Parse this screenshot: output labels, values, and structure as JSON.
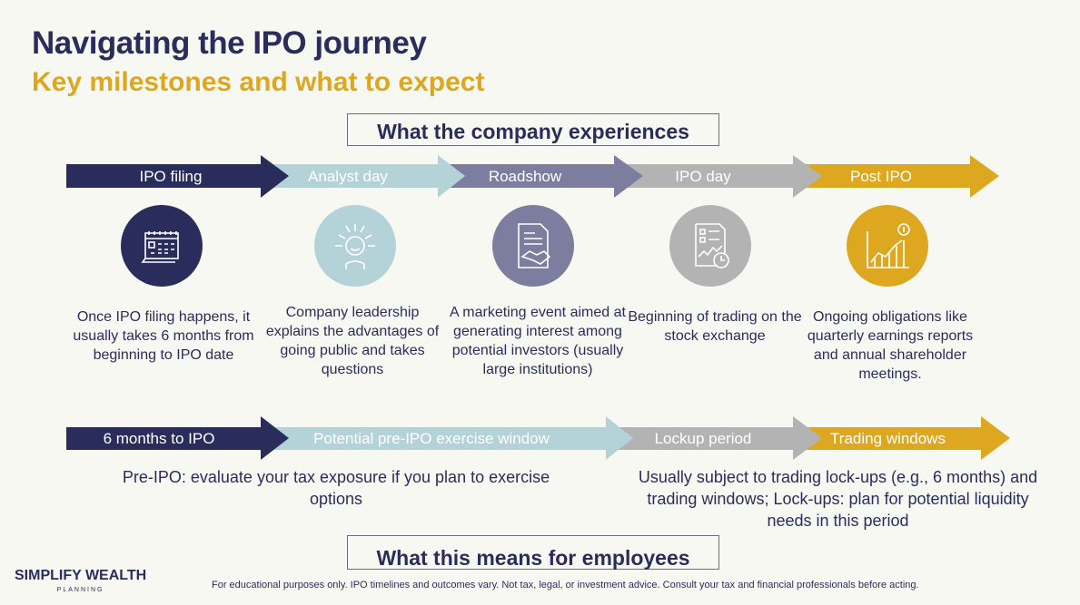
{
  "header": {
    "title": "Navigating the IPO journey",
    "subtitle": "Key milestones and what to expect"
  },
  "company_label": "What the company experiences",
  "employees_label": "What this means for employees",
  "colors": {
    "navy": "#2a2d5c",
    "light_blue": "#b4d3d9",
    "slate": "#7d7d9f",
    "gray": "#b3b3b3",
    "gold": "#dea720"
  },
  "milestones": [
    {
      "label": "IPO filing",
      "icon": "calendar-icon",
      "description": "Once IPO filing happens, it usually takes 6 months from beginning to IPO date"
    },
    {
      "label": "Analyst day",
      "icon": "person-ideas-icon",
      "description": "Company leadership explains the advantages of going public and takes questions"
    },
    {
      "label": "Roadshow",
      "icon": "document-handshake-icon",
      "description": "A marketing event aimed at generating interest among potential investors (usually large institutions)"
    },
    {
      "label": "IPO day",
      "icon": "report-chart-clock-icon",
      "description": "Beginning of trading on the stock exchange"
    },
    {
      "label": "Post IPO",
      "icon": "growth-chart-coin-icon",
      "description": "Ongoing obligations like quarterly earnings reports and annual shareholder meetings."
    }
  ],
  "employee_phases": [
    {
      "label": "6 months to IPO"
    },
    {
      "label": "Potential pre-IPO exercise window"
    },
    {
      "label": "Lockup period"
    },
    {
      "label": "Trading windows"
    }
  ],
  "employee_notes": {
    "pre_ipo": "Pre-IPO: evaluate your tax exposure if you plan to exercise options",
    "post_ipo": "Usually subject to trading lock-ups (e.g., 6 months) and trading windows; Lock-ups: plan for potential liquidity needs in this period"
  },
  "footer": {
    "logo": "SIMPLIFY WEALTH",
    "logo_sub": "PLANNING",
    "disclaimer": "For educational purposes only. IPO timelines and outcomes vary. Not tax, legal, or investment advice. Consult your tax and financial professionals before acting."
  }
}
